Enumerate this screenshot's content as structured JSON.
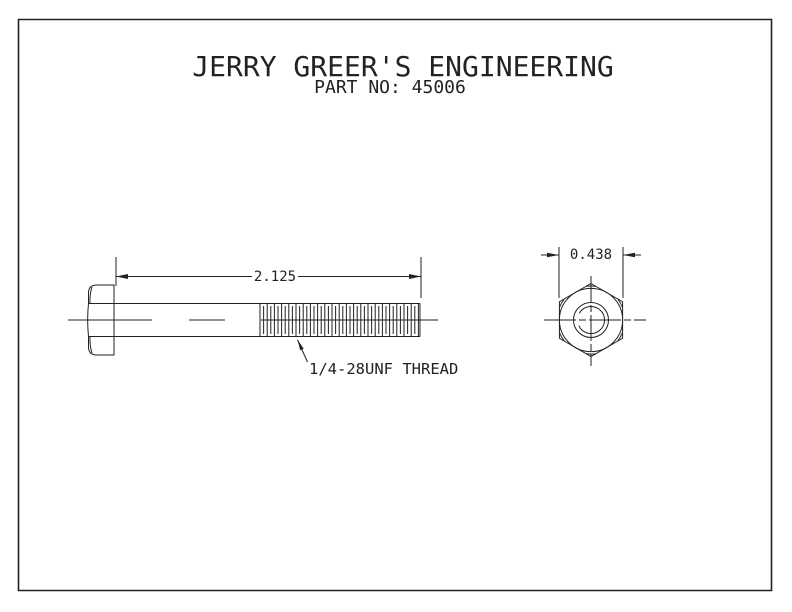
{
  "colors": {
    "line": "#222222",
    "background": "#ffffff"
  },
  "title_block": {
    "title": "JERRY GREER'S ENGINEERING",
    "subtitle": "PART NO: 45006",
    "part_number": "45006"
  },
  "side_view": {
    "length_dimension": "2.125",
    "thread_note": "1/4-28UNF THREAD"
  },
  "end_view": {
    "across_flats_dimension": "0.438"
  }
}
